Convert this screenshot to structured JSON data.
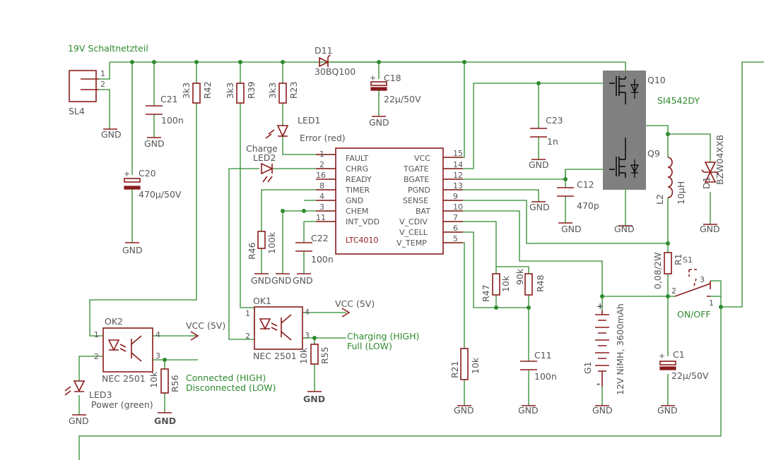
{
  "net_labels": {
    "power_supply": "19V Schaltnetzteil",
    "charging": "Charging (HIGH)",
    "full": "Full (LOW)",
    "connected": "Connected (HIGH)",
    "disconnected": "Disconnected (LOW)",
    "mosfet_part": "SI4542DY",
    "switch_function": "ON/OFF"
  },
  "supply_labels": {
    "vcc_5v": "VCC (5V)",
    "gnd": "GND"
  },
  "ic": {
    "name": "LTC4010",
    "left_pins": [
      {
        "num": "1",
        "name": "FAULT"
      },
      {
        "num": "2",
        "name": "CHRG"
      },
      {
        "num": "16",
        "name": "READY"
      },
      {
        "num": "8",
        "name": "TIMER"
      },
      {
        "num": "4",
        "name": "GND"
      },
      {
        "num": "3",
        "name": "CHEM"
      },
      {
        "num": "11",
        "name": "INT_VDD"
      }
    ],
    "right_pins": [
      {
        "num": "15",
        "name": "VCC"
      },
      {
        "num": "14",
        "name": "TGATE"
      },
      {
        "num": "12",
        "name": "BGATE"
      },
      {
        "num": "13",
        "name": "PGND"
      },
      {
        "num": "9",
        "name": "SENSE"
      },
      {
        "num": "10",
        "name": "BAT"
      },
      {
        "num": "7",
        "name": "V_CDIV"
      },
      {
        "num": "6",
        "name": "V_CELL"
      },
      {
        "num": "5",
        "name": "V_TEMP"
      }
    ]
  },
  "components": {
    "SL4": {
      "name": "SL4",
      "pin1": "1",
      "pin2": "2"
    },
    "C21": {
      "name": "C21",
      "value": "100n"
    },
    "C20": {
      "name": "C20",
      "value": "470µ/50V"
    },
    "R42": {
      "name": "R42",
      "value": "3k3"
    },
    "R39": {
      "name": "R39",
      "value": "3k3"
    },
    "R23": {
      "name": "R23",
      "value": "3k3"
    },
    "D11": {
      "name": "D11",
      "value": "30BQ100"
    },
    "C18": {
      "name": "C18",
      "value": "22µ/50V"
    },
    "LED1": {
      "name": "LED1",
      "value": "Error (red)"
    },
    "LED2": {
      "name": "LED2",
      "value": "Charge"
    },
    "C23": {
      "name": "C23",
      "value": "1n"
    },
    "Q10": {
      "name": "Q10"
    },
    "Q9": {
      "name": "Q9"
    },
    "L2": {
      "name": "L2",
      "value": "10µH"
    },
    "D1": {
      "name": "D1",
      "value": "BZW04XXB"
    },
    "C12": {
      "name": "C12",
      "value": "470p"
    },
    "R46": {
      "name": "R46",
      "value": "100k"
    },
    "C22": {
      "name": "C22",
      "value": "100n"
    },
    "R1": {
      "name": "R1",
      "value": "0,08/2W"
    },
    "S1": {
      "name": "S1",
      "pin1": "1",
      "pin2": "2",
      "pin3": "3"
    },
    "R47": {
      "name": "R47",
      "value": "10k"
    },
    "R48": {
      "name": "R48",
      "value": "90k"
    },
    "OK1": {
      "name": "OK1",
      "value": "NEC 2501",
      "pin1": "1",
      "pin2": "2",
      "pin3": "3",
      "pin4": "4"
    },
    "OK2": {
      "name": "OK2",
      "value": "NEC 2501",
      "pin1": "1",
      "pin2": "2",
      "pin3": "3",
      "pin4": "4"
    },
    "R55": {
      "name": "R55",
      "value": "10k"
    },
    "R56": {
      "name": "R56",
      "value": "10k"
    },
    "LED3": {
      "name": "LED3",
      "value": "Power (green)"
    },
    "R21": {
      "name": "R21",
      "value": "10k"
    },
    "C11": {
      "name": "C11",
      "value": "100n"
    },
    "G1": {
      "name": "G1",
      "value": "12V NiMH, 3600mAh",
      "plus": "+",
      "minus": "-"
    },
    "C1": {
      "name": "C1",
      "value": "22µ/50V"
    }
  }
}
